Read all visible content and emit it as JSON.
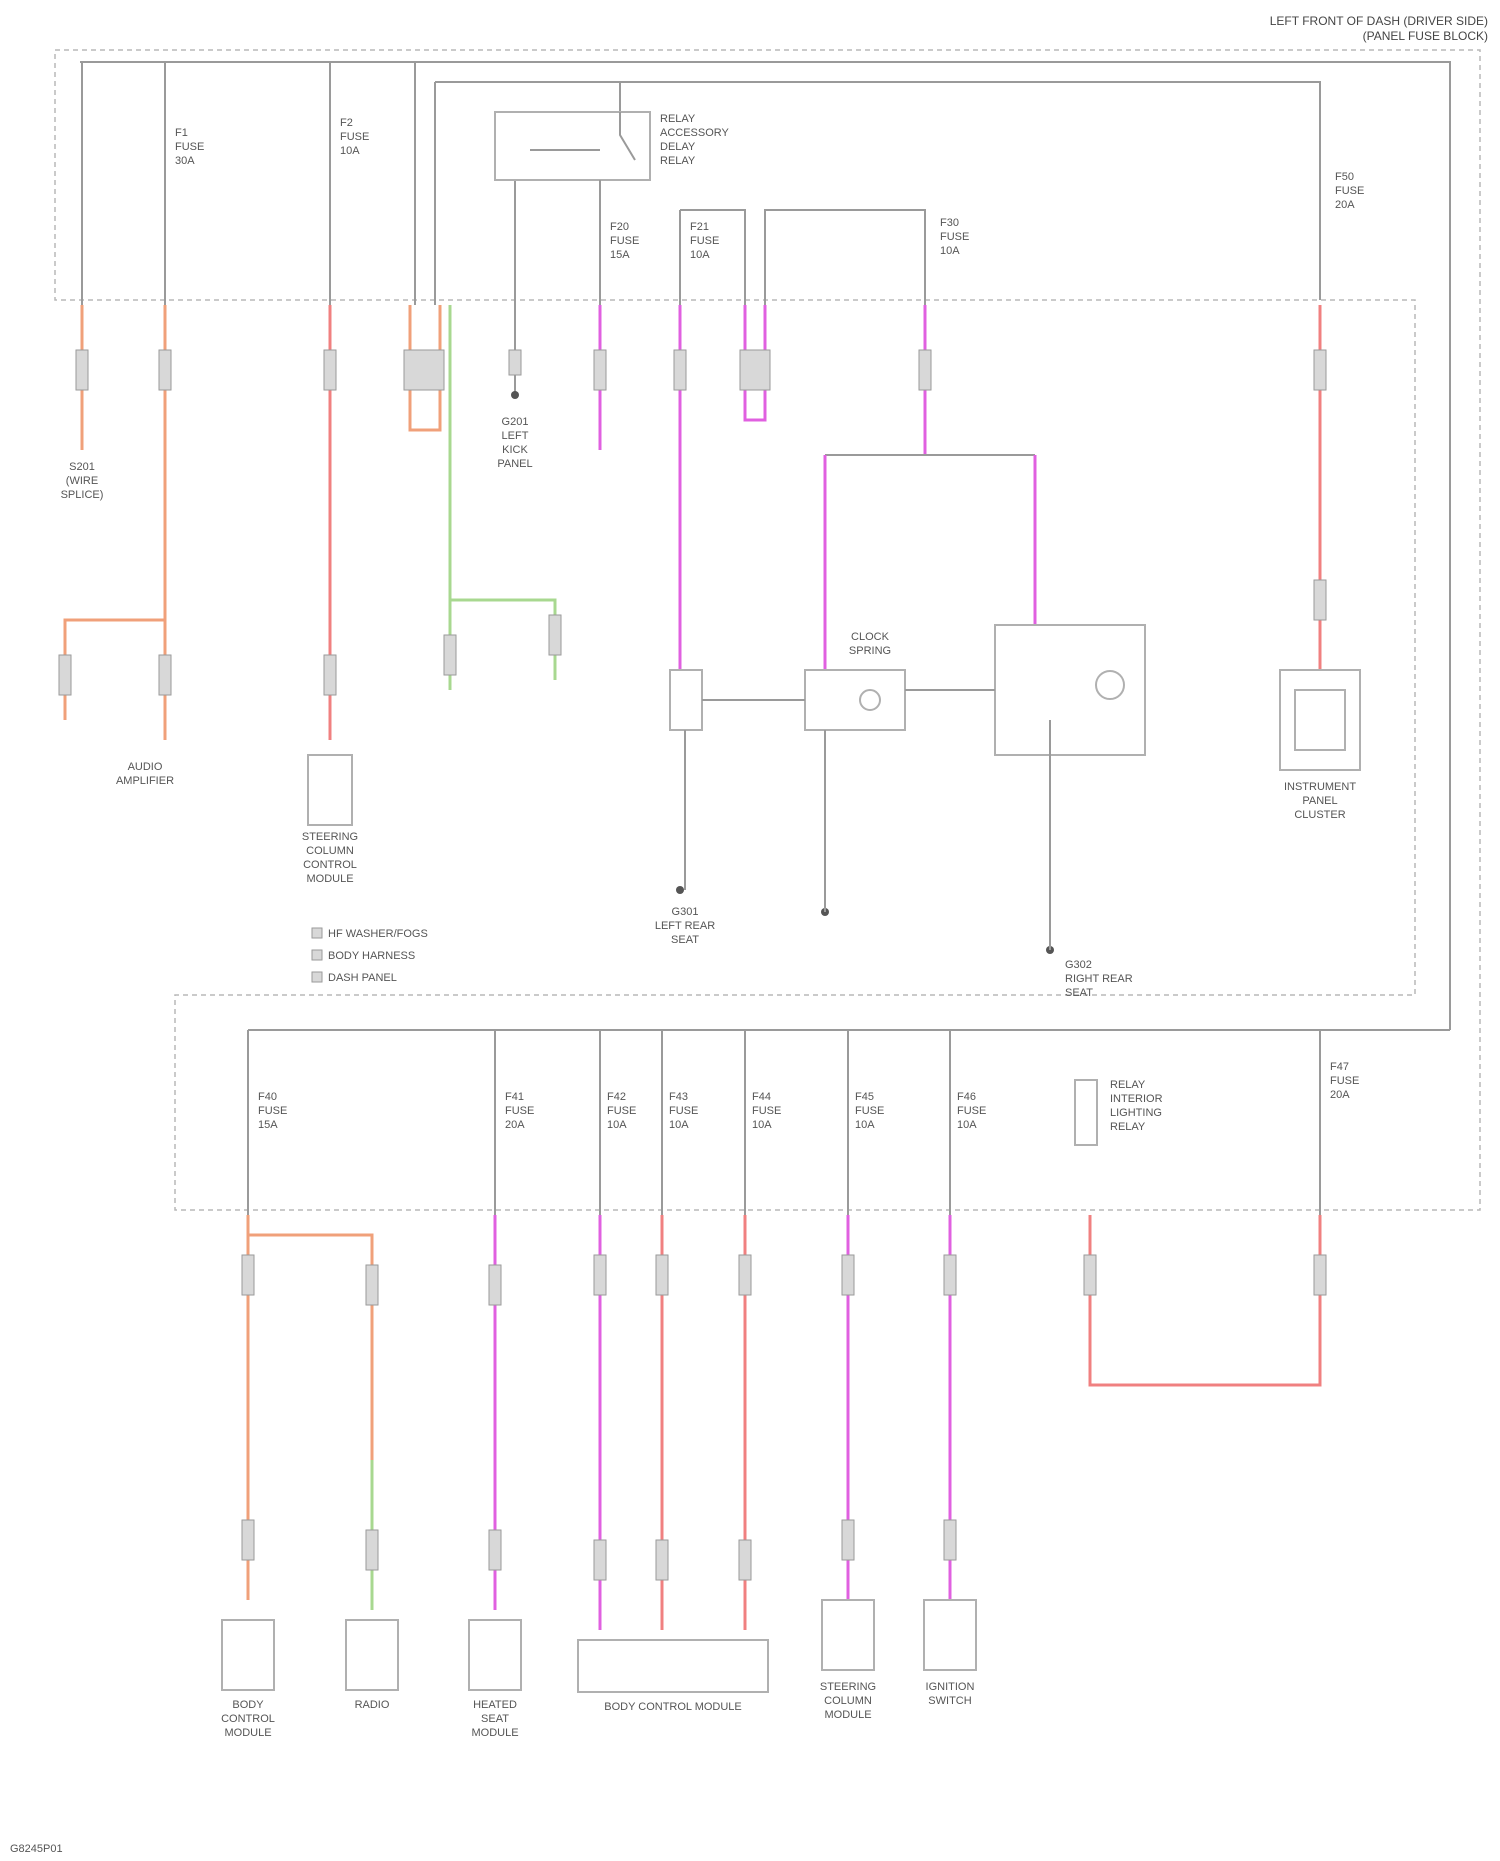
{
  "header": {
    "title_line1": "LEFT FRONT OF DASH (DRIVER SIDE)",
    "title_line2": "(PANEL FUSE BLOCK)"
  },
  "fuses_top": [
    {
      "id": "fuse-1",
      "lines": [
        "F1",
        "FUSE",
        "30A"
      ]
    },
    {
      "id": "fuse-2",
      "lines": [
        "F2",
        "FUSE",
        "10A"
      ]
    },
    {
      "id": "fuse-3",
      "lines": [
        "F20",
        "FUSE",
        "15A"
      ]
    },
    {
      "id": "fuse-4",
      "lines": [
        "F21",
        "FUSE",
        "10A"
      ]
    },
    {
      "id": "fuse-5",
      "lines": [
        "F30",
        "FUSE",
        "10A"
      ]
    },
    {
      "id": "fuse-6",
      "lines": [
        "F50",
        "FUSE",
        "20A"
      ]
    }
  ],
  "relay_top": {
    "lines": [
      "RELAY",
      "ACCESSORY",
      "DELAY",
      "RELAY"
    ]
  },
  "fuses_bottom": [
    {
      "id": "fuse-b1",
      "lines": [
        "F40",
        "FUSE",
        "15A"
      ]
    },
    {
      "id": "fuse-b2",
      "lines": [
        "F41",
        "FUSE",
        "20A"
      ]
    },
    {
      "id": "fuse-b3",
      "lines": [
        "F42",
        "FUSE",
        "10A"
      ]
    },
    {
      "id": "fuse-b4",
      "lines": [
        "F43",
        "FUSE",
        "10A"
      ]
    },
    {
      "id": "fuse-b5",
      "lines": [
        "F44",
        "FUSE",
        "10A"
      ]
    },
    {
      "id": "fuse-b6",
      "lines": [
        "F45",
        "FUSE",
        "10A"
      ]
    },
    {
      "id": "fuse-b7",
      "lines": [
        "F46",
        "FUSE",
        "10A"
      ]
    },
    {
      "id": "fuse-b8",
      "lines": [
        "F47",
        "FUSE",
        "20A"
      ]
    }
  ],
  "relay_bottom": {
    "lines": [
      "RELAY",
      "INTERIOR",
      "LIGHTING",
      "RELAY"
    ]
  },
  "components_upper": [
    {
      "id": "c1",
      "lines": [
        "S201",
        "(WIRE",
        "SPLICE)"
      ]
    },
    {
      "id": "c2",
      "lines": [
        "AUDIO",
        "AMPLIFIER"
      ]
    },
    {
      "id": "c3",
      "lines": [
        "STEERING",
        "COLUMN",
        "CONTROL",
        "MODULE"
      ]
    },
    {
      "id": "c4",
      "lines": [
        "G201",
        "LEFT",
        "KICK",
        "PANEL"
      ]
    },
    {
      "id": "c5",
      "lines": [
        "CLOCK",
        "SPRING"
      ]
    },
    {
      "id": "c6",
      "lines": [
        "G301",
        "LEFT REAR",
        "SEAT"
      ]
    },
    {
      "id": "c7",
      "lines": [
        "G302",
        "RIGHT REAR",
        "SEAT"
      ]
    },
    {
      "id": "c8",
      "lines": [
        "INSTRUMENT",
        "PANEL",
        "CLUSTER"
      ]
    }
  ],
  "components_lower": [
    {
      "id": "l1",
      "lines": [
        "BODY",
        "CONTROL",
        "MODULE"
      ]
    },
    {
      "id": "l2",
      "lines": [
        "RADIO"
      ]
    },
    {
      "id": "l3",
      "lines": [
        "HEATED",
        "SEAT",
        "MODULE"
      ]
    },
    {
      "id": "l4",
      "lines": [
        "BODY CONTROL MODULE"
      ]
    },
    {
      "id": "l5",
      "lines": [
        "STEERING",
        "COLUMN",
        "MODULE"
      ]
    },
    {
      "id": "l6",
      "lines": [
        "IGNITION",
        "SWITCH"
      ]
    }
  ],
  "legend": {
    "items": [
      "HF WASHER/FOGS",
      "BODY HARNESS",
      "DASH PANEL"
    ]
  },
  "footer": {
    "code": "G8245P01"
  }
}
